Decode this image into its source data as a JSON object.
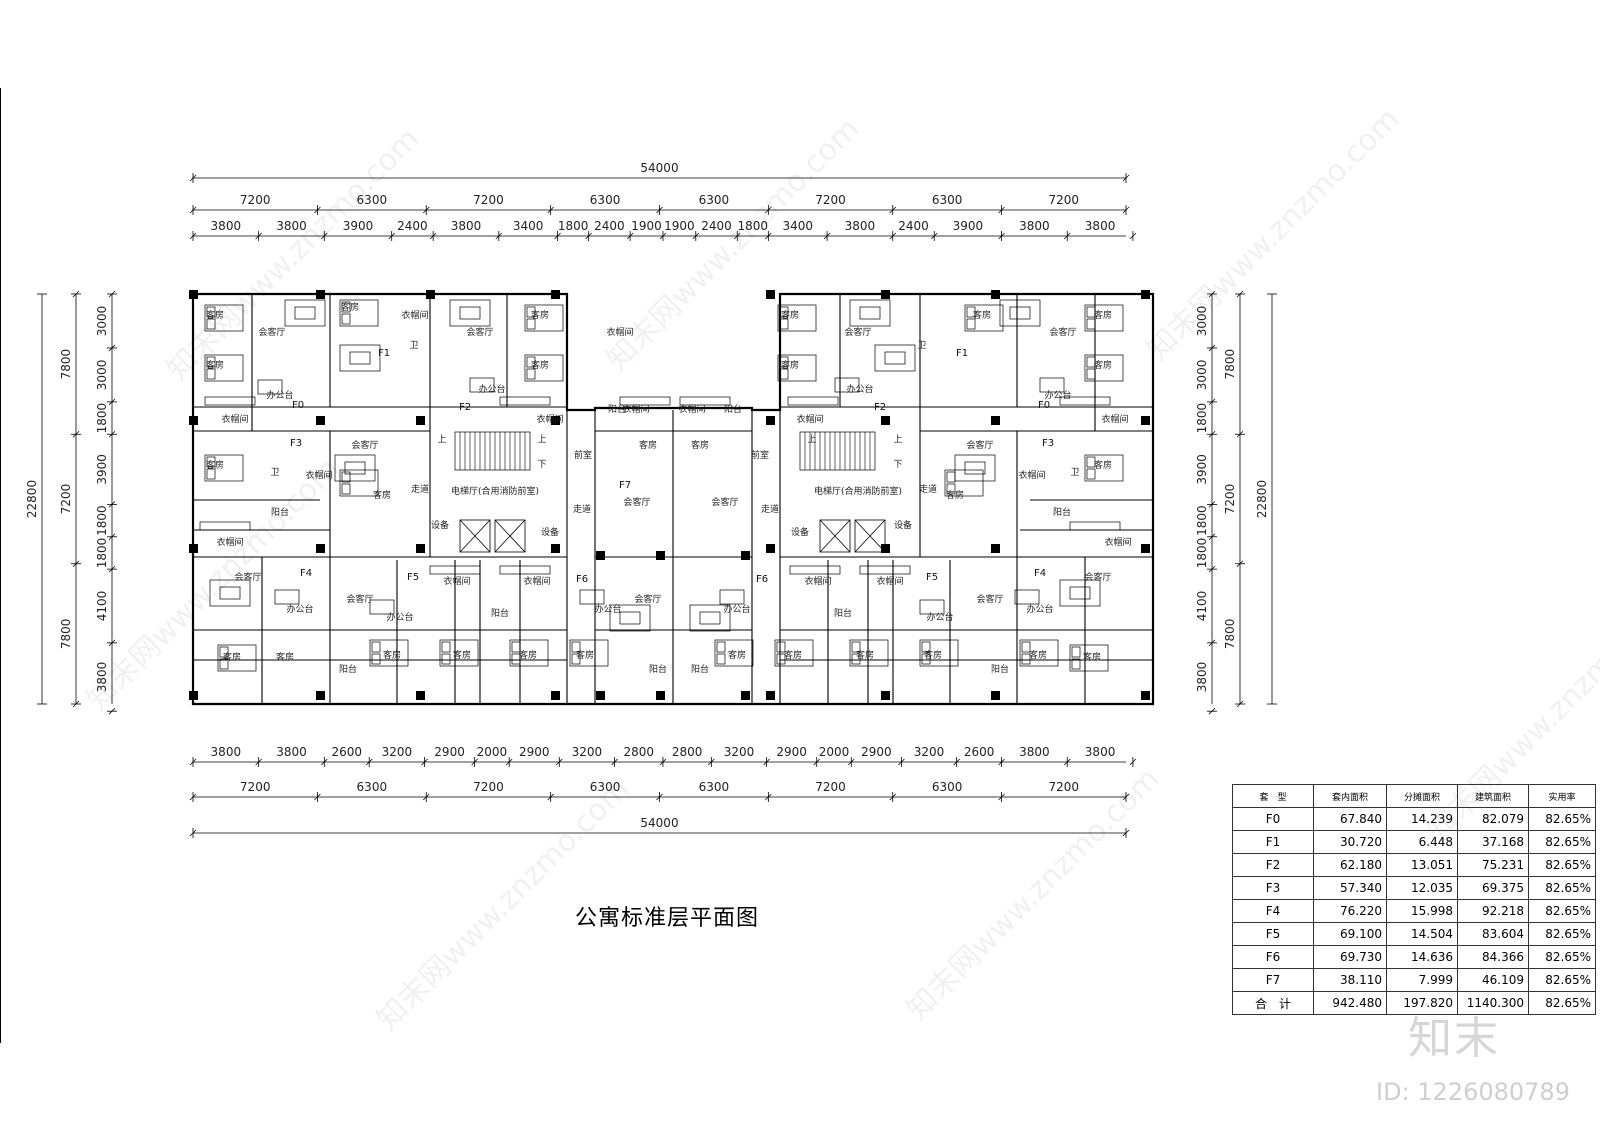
{
  "title": "公寓标准层平面图",
  "dims": {
    "total": "54000",
    "top_row1": [
      "7200",
      "6300",
      "7200",
      "6300",
      "6300",
      "7200",
      "6300",
      "7200"
    ],
    "top_row2": [
      "3800",
      "3800",
      "3900",
      "2400",
      "3800",
      "3400",
      "1800",
      "2400",
      "1900",
      "1900",
      "2400",
      "1800",
      "3400",
      "3800",
      "2400",
      "3900",
      "3800",
      "3800"
    ],
    "bottom_row1": [
      "3800",
      "3800",
      "2600",
      "3200",
      "2900",
      "2000",
      "2900",
      "3200",
      "2800",
      "2800",
      "3200",
      "2900",
      "2000",
      "2900",
      "3200",
      "2600",
      "3800",
      "3800"
    ],
    "bottom_row2": [
      "7200",
      "6300",
      "7200",
      "6300",
      "6300",
      "7200",
      "6300",
      "7200"
    ],
    "side_total": "22800",
    "side_groups": [
      "7800",
      "7200",
      "7800"
    ],
    "side_details": [
      "3000",
      "3000",
      "1800",
      "3900",
      "1800",
      "1800",
      "4100",
      "3800"
    ]
  },
  "rooms": {
    "guest": "客房",
    "living": "会客厅",
    "office": "办公台",
    "wardrobe": "衣帽间",
    "bath": "卫",
    "balcony": "阳台",
    "lift_hall": "电梯厅(合用消防前室)",
    "corridor": "走道",
    "front": "前室",
    "equip": "设备",
    "up": "上",
    "down": "下"
  },
  "units": [
    "F0",
    "F1",
    "F2",
    "F3",
    "F4",
    "F5",
    "F6",
    "F7"
  ],
  "area_table": {
    "headers": [
      "套　型",
      "套内面积",
      "分摊面积",
      "建筑面积",
      "实用率"
    ],
    "rows": [
      [
        "F0",
        "67.840",
        "14.239",
        "82.079",
        "82.65%"
      ],
      [
        "F1",
        "30.720",
        "6.448",
        "37.168",
        "82.65%"
      ],
      [
        "F2",
        "62.180",
        "13.051",
        "75.231",
        "82.65%"
      ],
      [
        "F3",
        "57.340",
        "12.035",
        "69.375",
        "82.65%"
      ],
      [
        "F4",
        "76.220",
        "15.998",
        "92.218",
        "82.65%"
      ],
      [
        "F5",
        "69.100",
        "14.504",
        "83.604",
        "82.65%"
      ],
      [
        "F6",
        "69.730",
        "14.636",
        "84.366",
        "82.65%"
      ],
      [
        "F7",
        "38.110",
        "7.999",
        "46.109",
        "82.65%"
      ]
    ],
    "total": [
      "合　计",
      "942.480",
      "197.820",
      "1140.300",
      "82.65%"
    ]
  },
  "watermark": "知末网www.znzmo.com",
  "brand": "知末",
  "image_id": "ID: 1226080789"
}
